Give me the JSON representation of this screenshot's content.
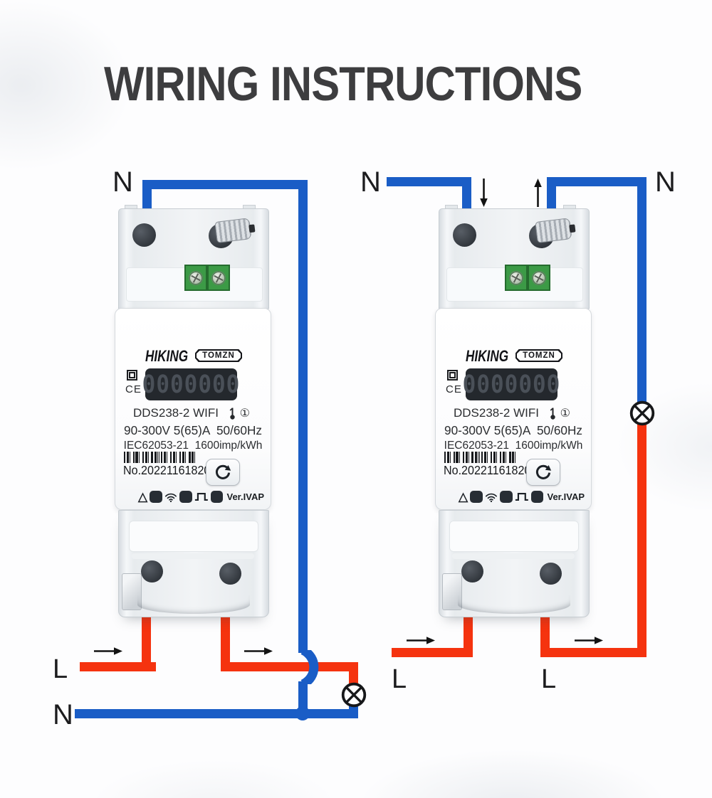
{
  "title": "WIRING INSTRUCTIONS",
  "colors": {
    "live_wire": "#f5330f",
    "neutral_wire": "#1a5dc6",
    "title_text": "#3d3d3f",
    "label_text": "#1c1c1e",
    "lcd_background": "#24282d",
    "terminal_green": "#3c9a46"
  },
  "meter": {
    "brand": "HIKING",
    "sub_brand": "TOMZN",
    "lcd_value": "0000000",
    "ce_mark": "CE",
    "model": "DDS238-2 WIFI",
    "circled_one": "①",
    "ratings": "90-300V 5(65)A  50/60Hz",
    "standard": "IEC62053-21  1600imp/kWh",
    "serial": "No.202211618207",
    "version": "Ver.IVAP",
    "warning_triangle": "△"
  },
  "left_diagram": {
    "neutral_top": "N",
    "live_bottom": "L",
    "neutral_bottom": "N"
  },
  "right_diagram": {
    "neutral_left": "N",
    "neutral_right": "N",
    "live_left": "L",
    "live_right": "L"
  },
  "icons": {
    "reset_button": "circular-arrow",
    "wifi": "wifi-signal",
    "pulse": "pulse-output-square-wave",
    "probe": "temperature-probe",
    "lamp": "load-lamp-circle-x",
    "junction": "wire-junction-dot"
  }
}
